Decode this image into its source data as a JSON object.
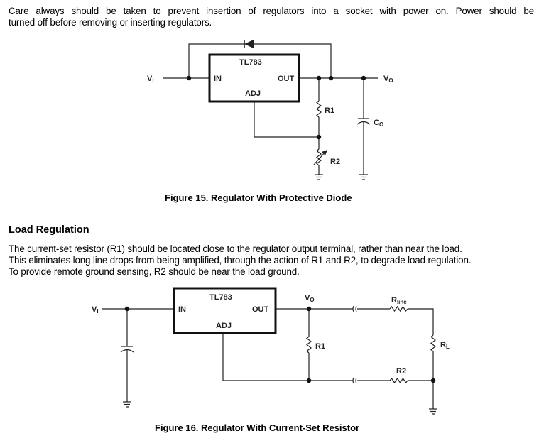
{
  "intro_paragraph": {
    "lines": [
      "Care always should be taken to prevent insertion of regulators into a socket with power on. Power should be",
      "turned off before removing or inserting regulators."
    ]
  },
  "figure15": {
    "caption": "Figure 15. Regulator With Protective Diode",
    "ic_name": "TL783",
    "pin_in": "IN",
    "pin_out": "OUT",
    "pin_adj": "ADJ",
    "input_label": "V",
    "input_sub": "I",
    "output_label": "V",
    "output_sub": "O",
    "r1_label": "R1",
    "r2_label": "R2",
    "cap_label": "C",
    "cap_sub": "O"
  },
  "section": {
    "heading": "Load Regulation",
    "lines": [
      "The current-set resistor (R1) should be located close to the regulator output terminal, rather than near the load.",
      "This eliminates long line drops from being amplified, through the action of R1 and R2, to degrade load regulation.",
      "To provide remote ground sensing, R2 should be near the load ground."
    ]
  },
  "figure16": {
    "caption": "Figure 16. Regulator With Current-Set Resistor",
    "ic_name": "TL783",
    "pin_in": "IN",
    "pin_out": "OUT",
    "pin_adj": "ADJ",
    "input_label": "V",
    "input_sub": "I",
    "output_label": "V",
    "output_sub": "O",
    "r1_label": "R1",
    "r2_label": "R2",
    "rline_label": "R",
    "rline_sub": "line",
    "rl_label": "R",
    "rl_sub": "L"
  }
}
